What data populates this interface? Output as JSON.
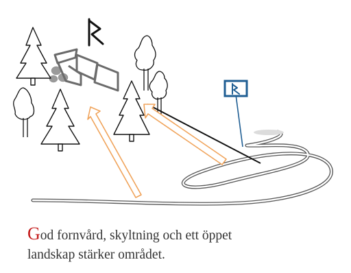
{
  "caption": {
    "initial": "G",
    "line1_rest": "od fornvård, skyltning och ett öppet",
    "line2": "landskap stärker området."
  },
  "sign": {
    "symbol": "R"
  },
  "colors": {
    "caption_initial": "#c41a1a",
    "caption_text": "#333333",
    "sign_frame": "#1f5e93",
    "arrow_outline": "#f0a35a",
    "line_drawing": "#111111",
    "stones": "#9a9a9a",
    "rectangles": "#6b6b6b"
  },
  "icons": [
    "rune-r-icon",
    "sign-r-icon",
    "pine-tree-icon",
    "deciduous-tree-icon",
    "view-arrow-icon"
  ]
}
